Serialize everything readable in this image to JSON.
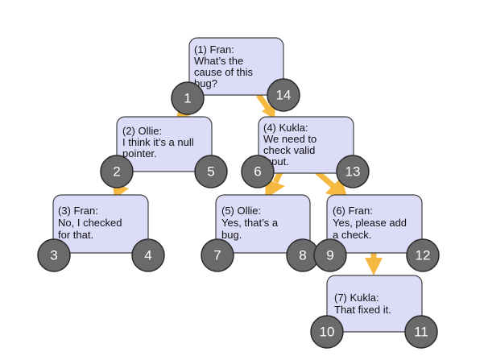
{
  "colors": {
    "node_fill": "#dcdcf8",
    "node_border": "#404040",
    "badge_fill": "#6a6a6a",
    "badge_text": "#ffffff",
    "arrow": "#f5b942"
  },
  "nodes": [
    {
      "id": "n1",
      "lines": [
        "(1) Fran:",
        "What’s the",
        "cause of this",
        "bug?"
      ]
    },
    {
      "id": "n2",
      "lines": [
        "(2) Ollie:",
        "I think it’s a null",
        "pointer."
      ]
    },
    {
      "id": "n3",
      "lines": [
        "(3) Fran:",
        "No, I checked",
        "for that."
      ]
    },
    {
      "id": "n4",
      "lines": [
        "(4) Kukla:",
        "We need to",
        "check valid",
        "input."
      ]
    },
    {
      "id": "n5",
      "lines": [
        "(5) Ollie:",
        "Yes, that’s a",
        "bug."
      ]
    },
    {
      "id": "n6",
      "lines": [
        "(6) Fran:",
        "Yes, please add",
        "a check."
      ]
    },
    {
      "id": "n7",
      "lines": [
        "(7) Kukla:",
        "That fixed it."
      ]
    }
  ],
  "badges": [
    "1",
    "14",
    "2",
    "5",
    "3",
    "4",
    "6",
    "13",
    "7",
    "8",
    "9",
    "12",
    "10",
    "11"
  ]
}
